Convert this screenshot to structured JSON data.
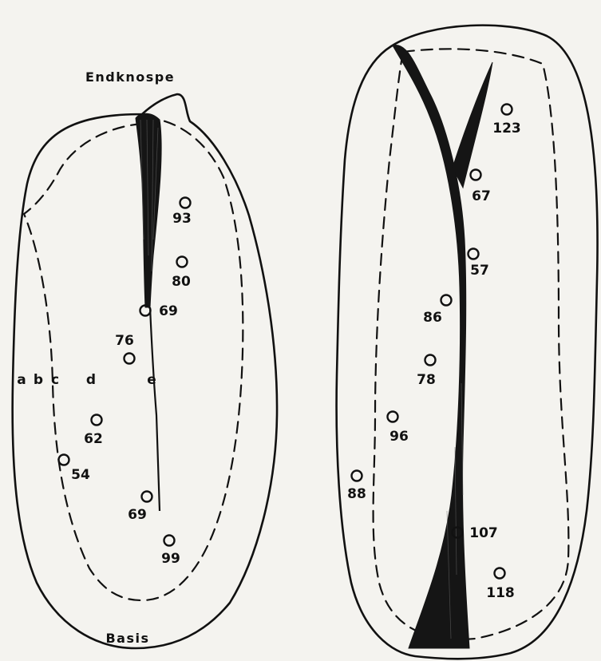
{
  "labels": {
    "top": "Endknospe",
    "bottom": "Basis"
  },
  "zone_letters": [
    "a",
    "b",
    "c",
    "d",
    "e"
  ],
  "left_leaf_values": [
    "93",
    "80",
    "69",
    "76",
    "62",
    "54",
    "69",
    "99"
  ],
  "right_leaf_values": [
    "123",
    "67",
    "57",
    "86",
    "78",
    "96",
    "88",
    "107",
    "118"
  ]
}
